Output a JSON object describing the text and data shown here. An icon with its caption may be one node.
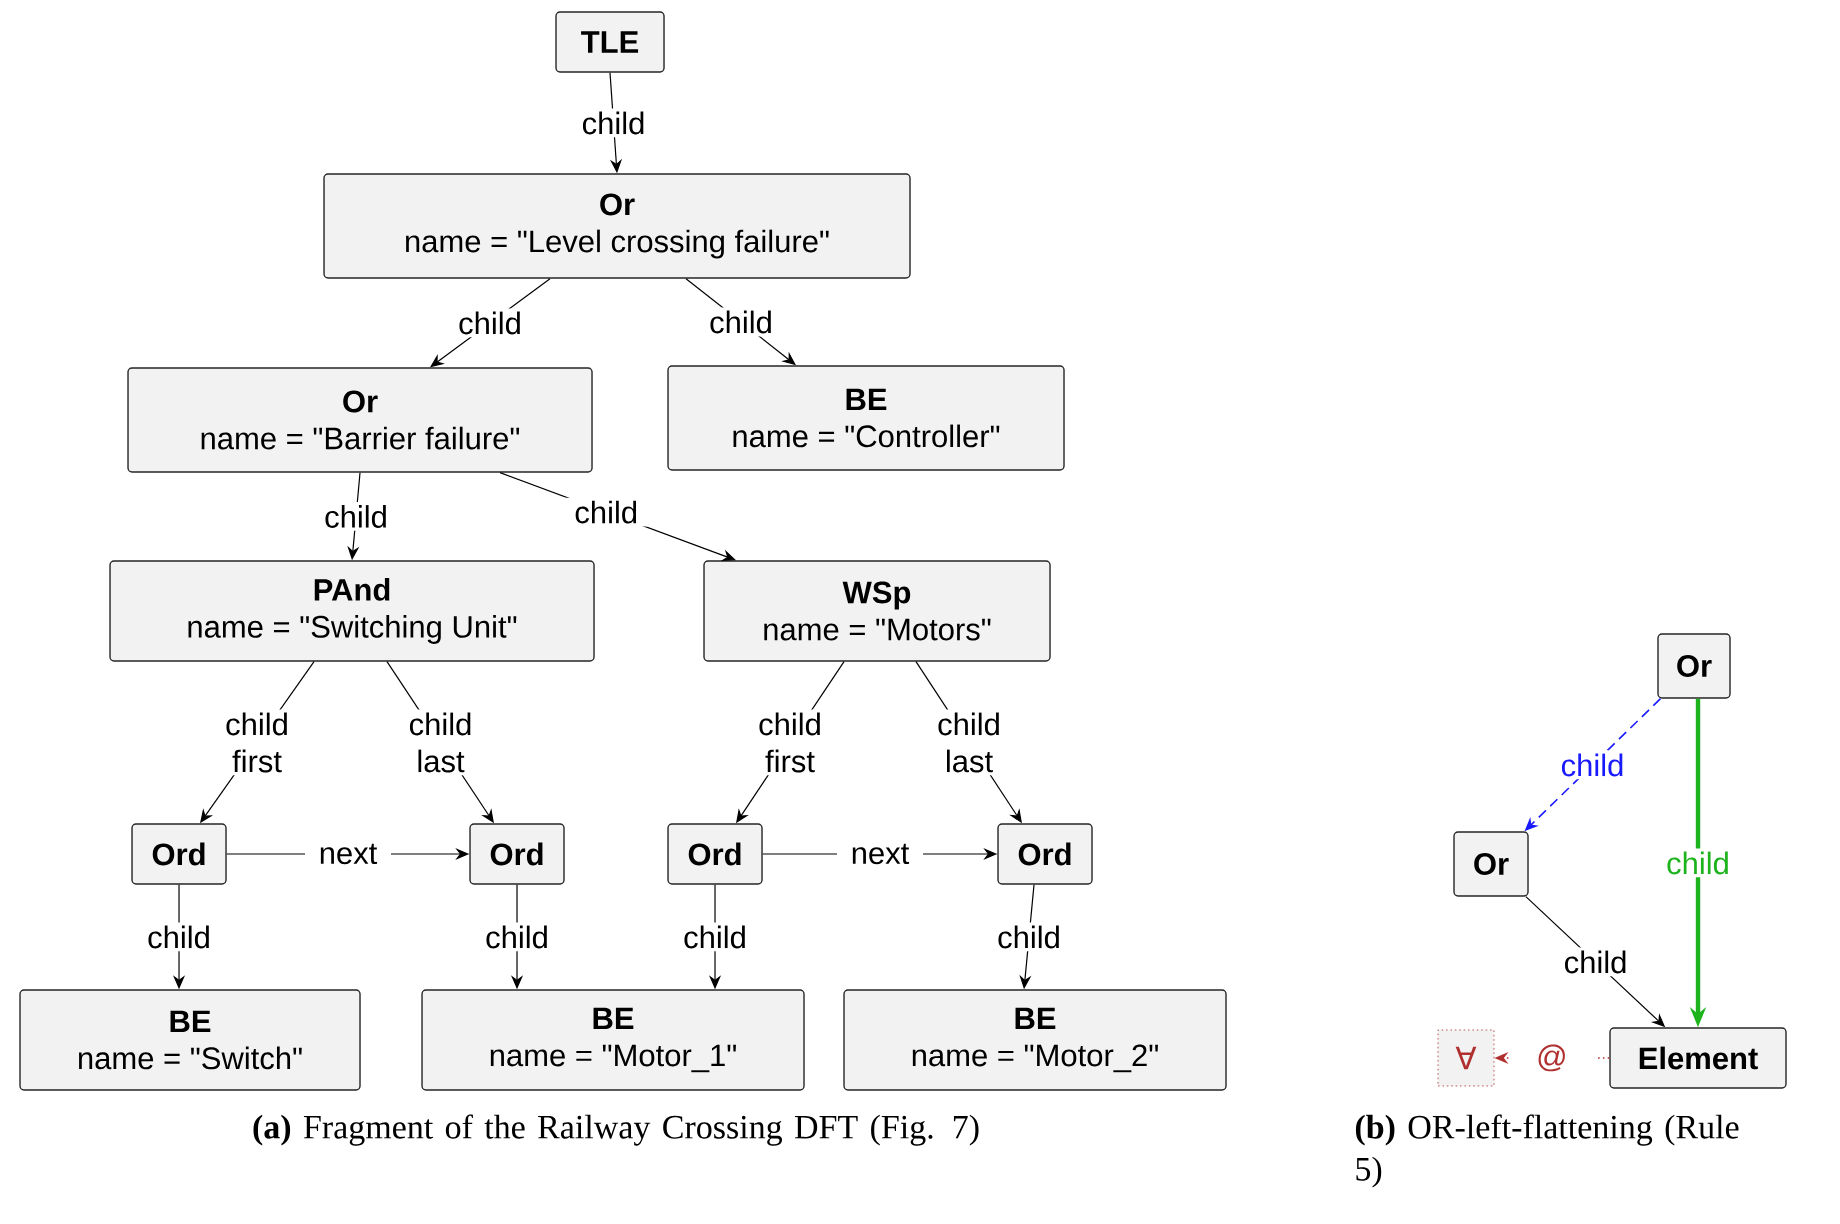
{
  "diagram": {
    "nodes": [
      {
        "text": [
          "TLE"
        ]
      },
      {
        "text": [
          "Or",
          "name = \"Level crossing failure\""
        ]
      },
      {
        "text": [
          "Or",
          "name = \"Barrier failure\""
        ]
      },
      {
        "text": [
          "BE",
          "name = \"Controller\""
        ]
      },
      {
        "text": [
          "PAnd",
          "name = \"Switching Unit\""
        ]
      },
      {
        "text": [
          "WSp",
          "name = \"Motors\""
        ]
      },
      {
        "text": [
          "Ord"
        ]
      },
      {
        "text": [
          "Ord"
        ]
      },
      {
        "text": [
          "Ord"
        ]
      },
      {
        "text": [
          "Ord"
        ]
      },
      {
        "text": [
          "BE",
          "name = \"Switch\""
        ]
      },
      {
        "text": [
          "BE",
          "name = \"Motor_1\""
        ]
      },
      {
        "text": [
          "BE",
          "name = \"Motor_2\""
        ]
      },
      {
        "text": [
          "Or"
        ]
      },
      {
        "text": [
          "Or"
        ]
      },
      {
        "text": [
          "Element"
        ]
      },
      {
        "text": [
          "∀"
        ]
      }
    ],
    "edges": [
      {
        "from": 0,
        "to": 1,
        "arrow": "to",
        "label": "child"
      },
      {
        "from": 1,
        "to": 2,
        "arrow": "to",
        "label": "child"
      },
      {
        "from": 1,
        "to": 3,
        "arrow": "to",
        "label": "child"
      },
      {
        "from": 2,
        "to": 4,
        "arrow": "to",
        "label": "child"
      },
      {
        "from": 2,
        "to": 5,
        "arrow": "to",
        "label": "child"
      },
      {
        "from": 4,
        "to": 6,
        "arrow": "to",
        "label": "child first"
      },
      {
        "from": 4,
        "to": 7,
        "arrow": "to",
        "label": "child last"
      },
      {
        "from": 5,
        "to": 8,
        "arrow": "to",
        "label": "child first"
      },
      {
        "from": 5,
        "to": 9,
        "arrow": "to",
        "label": "child last"
      },
      {
        "from": 6,
        "to": 7,
        "arrow": "to",
        "label": "next"
      },
      {
        "from": 8,
        "to": 9,
        "arrow": "to",
        "label": "next"
      },
      {
        "from": 6,
        "to": 10,
        "arrow": "to",
        "label": "child"
      },
      {
        "from": 7,
        "to": 11,
        "arrow": "to",
        "label": "child"
      },
      {
        "from": 8,
        "to": 11,
        "arrow": "to",
        "label": "child"
      },
      {
        "from": 9,
        "to": 12,
        "arrow": "to",
        "label": "child"
      },
      {
        "from": 13,
        "to": 14,
        "arrow": "to",
        "label": "child",
        "style": "dashed",
        "color": "#1a1aff"
      },
      {
        "from": 13,
        "to": 15,
        "arrow": "to",
        "label": "child",
        "style": "thick",
        "color": "#1db31d"
      },
      {
        "from": 14,
        "to": 15,
        "arrow": "to",
        "label": "child"
      },
      {
        "from": 15,
        "to": 16,
        "arrow": "to",
        "label": "@",
        "style": "dashed",
        "color": "#b03030"
      }
    ],
    "labels": [
      "**(a)** Fragment of the Railway Crossing DFT (Fig. 7)",
      "**(b)** OR-left-flattening (Rule 5)"
    ]
  }
}
